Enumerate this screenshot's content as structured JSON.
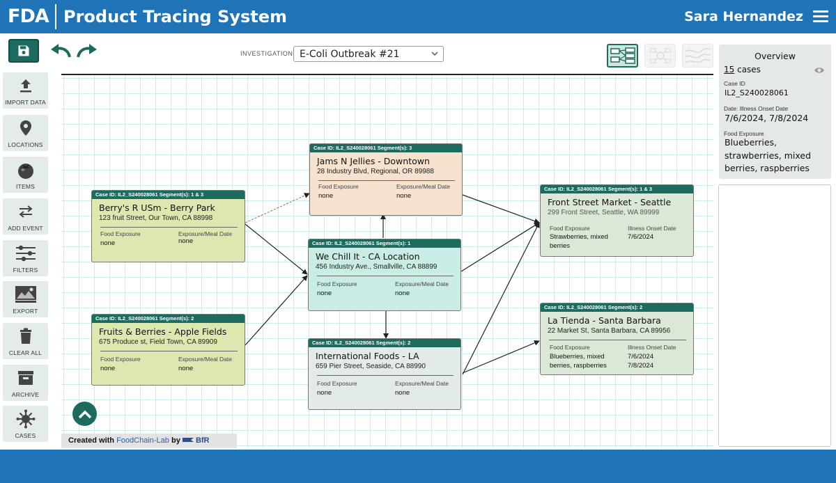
{
  "header": {
    "logo": "FDA",
    "title": "Product Tracing System",
    "user": "Sara Hernandez",
    "bg_color": "#1f74b8"
  },
  "toolbar": {
    "investigation_label": "INVESTIGATION:",
    "investigation_value": "E-Coli Outbreak #21",
    "icons": [
      "save-icon",
      "undo-icon",
      "redo-icon",
      "graph-view-icon",
      "gis-view-icon",
      "map-view-icon"
    ]
  },
  "sidebar": {
    "items": [
      {
        "label": "IMPORT DATA",
        "icon": "upload-icon"
      },
      {
        "label": "LOCATIONS",
        "icon": "location-pin-icon"
      },
      {
        "label": "ITEMS",
        "icon": "tomato-icon"
      },
      {
        "label": "ADD EVENT",
        "icon": "swap-arrows-icon"
      },
      {
        "label": "FILTERS",
        "icon": "sliders-icon"
      },
      {
        "label": "EXPORT",
        "icon": "image-export-icon"
      },
      {
        "label": "CLEAR ALL",
        "icon": "trash-icon"
      },
      {
        "label": "ARCHIVE",
        "icon": "archive-box-icon"
      },
      {
        "label": "CASES",
        "icon": "virus-icon"
      }
    ]
  },
  "nodes": [
    {
      "id": "berrys",
      "header": "Case ID: IL2_S240028061  Segment(s): 1 & 3",
      "title": "Berry's R USm - Berry Park",
      "address": "123 fruit Street, Our Town, CA 88998",
      "label1": "Food Exposure",
      "value1": "none",
      "label2": "Exposure/Meal Date",
      "value2": "none"
    },
    {
      "id": "fruits",
      "header": "Case ID: IL2_S240028061  Segment(s): 2",
      "title": "Fruits & Berries - Apple Fields",
      "address": "675 Produce st, Field Town, CA 89909",
      "label1": "Food Exposure",
      "value1": "none",
      "label2": "Exposure/Meal Date",
      "value2": "none"
    },
    {
      "id": "jams",
      "header": "Case ID: IL2_S240028061  Segment(s): 3",
      "title": "Jams N Jellies - Downtown",
      "address": "28 Industry Blvd, Regional, OR 89988",
      "label1": "Food Exposure",
      "value1": "none",
      "label2": "Exposure/Meal Date",
      "value2": "none"
    },
    {
      "id": "chill",
      "header": "Case ID: IL2_S240028061  Segment(s): 1",
      "title": "We Chill It - CA Location",
      "address": "456 Industry Ave., Smallville, CA 88899",
      "label1": "Food Exposure",
      "value1": "none",
      "label2": "Exposure/Meal Date",
      "value2": "none"
    },
    {
      "id": "intl",
      "header": "Case ID: IL2_S240028061  Segment(s): 2",
      "title": "International Foods - LA",
      "address": "659 Pier Street, Seaside, CA 88990",
      "label1": "Food Exposure",
      "value1": "none",
      "label2": "Exposure/Meal Date",
      "value2": "none"
    },
    {
      "id": "front",
      "header": "Case ID: IL2_S240028061  Segment(s): 1 & 3",
      "title": "Front Street Market - Seattle",
      "address": "299 Front Street, Seattle, WA 89999",
      "label1": "Food Exposure",
      "value1": "Strawberries, mixed berries",
      "label2": "Illness Onset Date",
      "value2": "7/6/2024"
    },
    {
      "id": "tienda",
      "header": "Case ID: IL2_S240028061  Segment(s): 2",
      "title": "La Tienda - Santa Barbara",
      "address": "22 Market St, Santa Barbara, CA 89956",
      "label1": "Food Exposure",
      "value1": "Blueberries, mixed berries, raspberries",
      "label2": "Illness Onset Date",
      "value2": "7/6/2024 7/8/2024"
    }
  ],
  "credit": {
    "part1": "Created with",
    "part2": "FoodChain-Lab",
    "part3": "by",
    "part4": "BfR"
  },
  "overview": {
    "title": "Overview",
    "count": "15",
    "count_suffix": " cases",
    "case_id_label": "Case ID",
    "case_id": "IL2_S240028061",
    "onset_label": "Date: Illness Onset Date",
    "onset": "7/6/2024, 7/8/2024",
    "food_label": "Food Exposure",
    "food": "Blueberries, strawberries, mixed berries, raspberries"
  },
  "colors": {
    "accent": "#1d6b5f",
    "grid": "#c8ecf2",
    "node_green": "#dde8b1",
    "node_peach": "#f6e2cf",
    "node_teal": "#c9ede5",
    "node_grey": "#e2ebea",
    "node_sage": "#dce8d7"
  }
}
